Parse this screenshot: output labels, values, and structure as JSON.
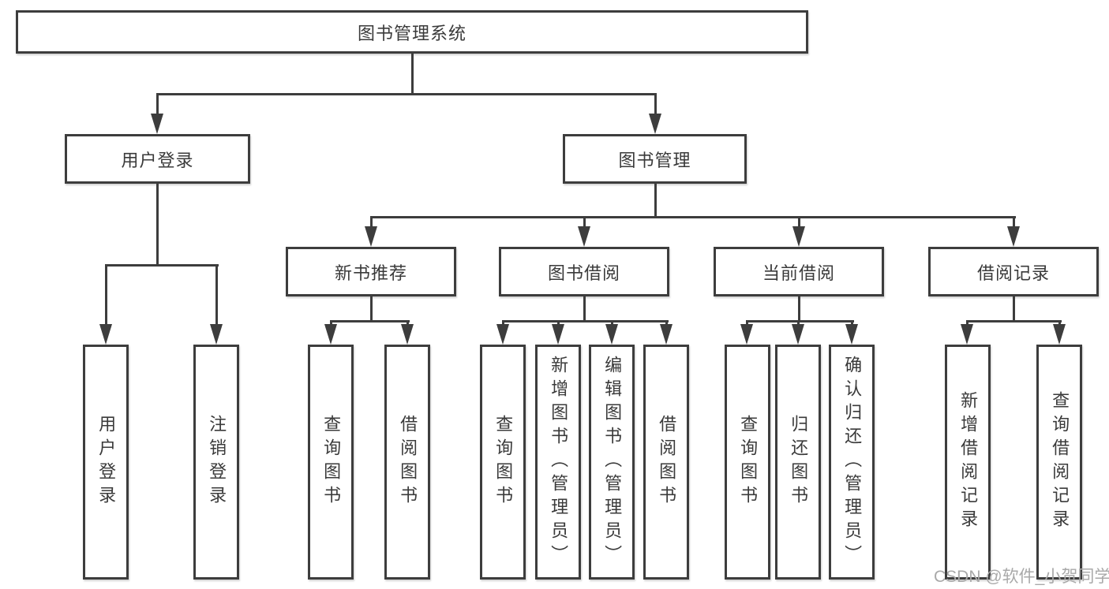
{
  "diagram_type": "hierarchy-tree",
  "colors": {
    "line": "#3d3d3d",
    "text": "#3a3a3a",
    "box_background": "#ffffff",
    "background": "#ffffff",
    "watermark": "#a9a9a9"
  },
  "tree": {
    "label": "图书管理系统",
    "children": [
      {
        "label": "用户登录",
        "children": [
          {
            "label": "用户登录"
          },
          {
            "label": "注销登录"
          }
        ]
      },
      {
        "label": "图书管理",
        "children": [
          {
            "label": "新书推荐",
            "children": [
              {
                "label": "查询图书"
              },
              {
                "label": "借阅图书"
              }
            ]
          },
          {
            "label": "图书借阅",
            "children": [
              {
                "label": "查询图书"
              },
              {
                "label": "新增图书（管理员）"
              },
              {
                "label": "编辑图书（管理员）"
              },
              {
                "label": "借阅图书"
              }
            ]
          },
          {
            "label": "当前借阅",
            "children": [
              {
                "label": "查询图书"
              },
              {
                "label": "归还图书"
              },
              {
                "label": "确认归还（管理员）"
              }
            ]
          },
          {
            "label": "借阅记录",
            "children": [
              {
                "label": "新增借阅记录"
              },
              {
                "label": "查询借阅记录"
              }
            ]
          }
        ]
      }
    ]
  },
  "watermark": "CSDN @软件_小贺同学"
}
